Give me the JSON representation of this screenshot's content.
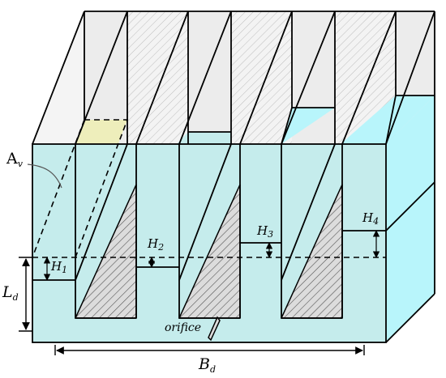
{
  "labels": {
    "av_main": "A",
    "av_sub": "v",
    "ld_main": "L",
    "ld_sub": "d",
    "bd_main": "B",
    "bd_sub": "d",
    "h1_main": "H",
    "h1_sub": "1",
    "h2_main": "H",
    "h2_sub": "2",
    "h3_main": "H",
    "h3_sub": "3",
    "h4_main": "H",
    "h4_sub": "4",
    "orifice": "orifice"
  },
  "colors": {
    "water": "#c5ecec",
    "water_bright": "#b8f5fb",
    "gray_panel": "#ececec",
    "hatch_fill": "#dcdcdc",
    "highlight": "#eeeebb",
    "line": "#000000"
  }
}
